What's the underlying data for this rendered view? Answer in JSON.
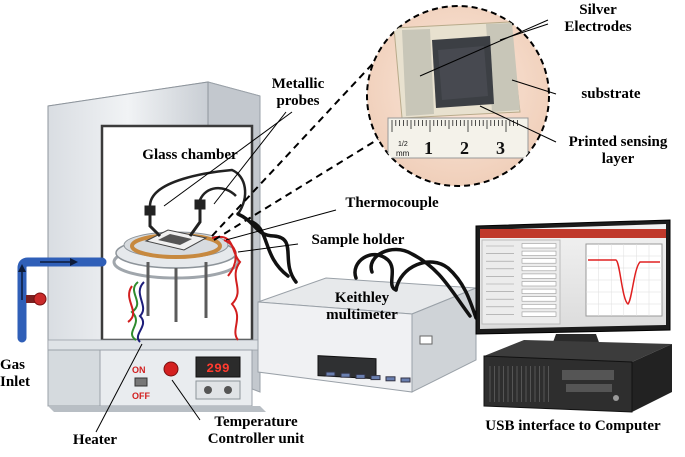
{
  "labels": {
    "silver_electrodes": [
      "Silver",
      "Electrodes"
    ],
    "metallic_probes": [
      "Metallic",
      "probes"
    ],
    "substrate": "substrate",
    "glass_chamber": "Glass chamber",
    "printed_sensing_layer": [
      "Printed sensing",
      "layer"
    ],
    "thermocouple": "Thermocouple",
    "sample_holder": "Sample holder",
    "keithley_multimeter": [
      "Keithley",
      "multimeter"
    ],
    "gas_inlet": [
      "Gas",
      "Inlet"
    ],
    "heater": "Heater",
    "temperature_controller": [
      "Temperature",
      "Controller unit"
    ],
    "usb_interface": "USB interface to Computer"
  },
  "controller": {
    "display_value": "299",
    "on_label": "ON",
    "off_label": "OFF"
  },
  "ruler": {
    "unit": "mm",
    "fraction": "1/2",
    "numbers": [
      "1",
      "2",
      "3"
    ]
  },
  "colors": {
    "chamber_body": "#e8ebee",
    "inset_bg": "#f6dfd0",
    "gas_pipe": "#2f5fb8",
    "wire_red": "#d21e1e",
    "plot_curve": "#e02020",
    "screen_header": "#c0392b"
  },
  "icons": {
    "valve": "red-valve-icon",
    "power_lamp": "red-lamp-icon"
  }
}
